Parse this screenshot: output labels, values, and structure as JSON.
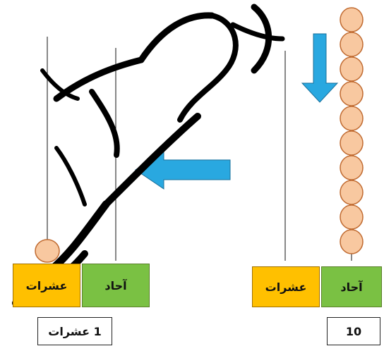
{
  "colors": {
    "ones_box": "#7ac143",
    "tens_box": "#ffc000",
    "arrow": "#29a8e0",
    "bead_fill": "#f8c8a0",
    "bead_stroke": "#c06a30",
    "watermark": "#000000"
  },
  "left_panel": {
    "ones_label": "آحاد",
    "tens_label": "عشرات",
    "tens_beads": 1,
    "caption": "1 عشرات"
  },
  "right_panel": {
    "ones_label": "آحاد",
    "tens_label": "عشرات",
    "ones_beads": 10,
    "caption": "10"
  },
  "arrows": {
    "down": "down-arrow",
    "left": "left-arrow"
  }
}
